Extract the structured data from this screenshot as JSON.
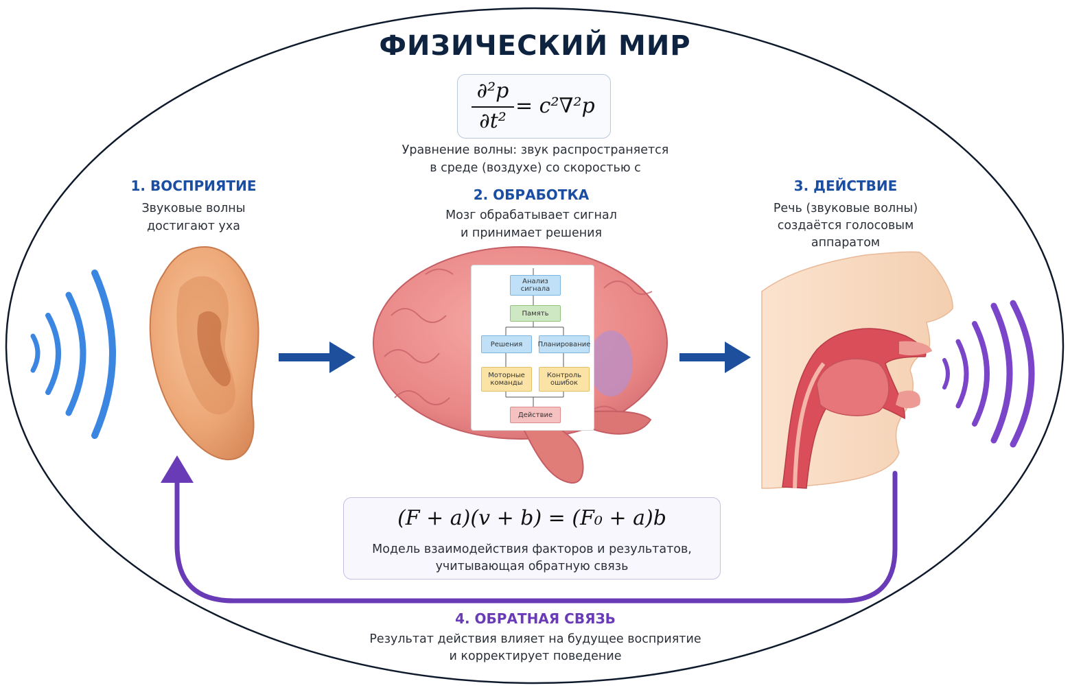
{
  "diagram": {
    "title": "ФИЗИЧЕСКИЙ МИР",
    "wave_equation": {
      "formula_num": "∂²p",
      "formula_den": "∂t²",
      "formula_rhs": "= c²∇²p",
      "caption_line1": "Уравнение волны: звук распространяется",
      "caption_line2": "в среде (воздухе) со скоростью с"
    },
    "steps": {
      "perception": {
        "heading": "1. ВОСПРИЯТИЕ",
        "line1": "Звуковые волны",
        "line2": "достигают уха"
      },
      "processing": {
        "heading": "2. ОБРАБОТКА",
        "line1": "Мозг обрабатывает сигнал",
        "line2": "и принимает решения"
      },
      "action": {
        "heading": "3. ДЕЙСТВИЕ",
        "line1": "Речь (звуковые волны)",
        "line2": "создаётся голосовым",
        "line3": "аппаратом"
      },
      "feedback": {
        "heading": "4. ОБРАТНАЯ СВЯЗЬ",
        "line1": "Результат действия влияет на будущее восприятие",
        "line2": "и корректирует поведение"
      }
    },
    "model_equation": {
      "formula": "(F + a)(v + b) = (F₀ + a)b",
      "caption_line1": "Модель взаимодействия факторов и результатов,",
      "caption_line2": "учитывающая обратную связь"
    },
    "flowchart": {
      "analysis": "Анализ сигнала",
      "memory": "Память",
      "decisions": "Решения",
      "planning": "Планирование",
      "motor": "Моторные команды",
      "error_control": "Контроль ошибок",
      "action": "Действие"
    },
    "colors": {
      "title": "#0e2340",
      "blue_heading": "#1a4ea3",
      "purple_heading": "#6a3bb6",
      "incoming_waves": "#3a86e0",
      "outgoing_waves": "#7a45c9",
      "arrow_blue": "#1d4f9c",
      "feedback_arrow": "#6a3bb6"
    },
    "icons": [
      "ear-illustration",
      "brain-illustration",
      "vocal-tract-illustration",
      "sound-wave-icon",
      "arrow-right-icon",
      "feedback-arrow-icon"
    ]
  }
}
